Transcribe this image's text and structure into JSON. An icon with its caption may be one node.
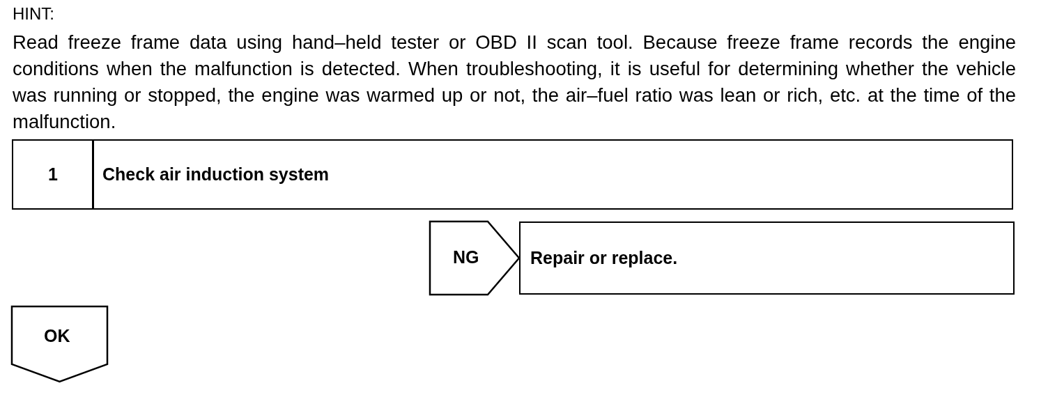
{
  "diagram": {
    "nodes": [
      {
        "text": [
          "1",
          "Check air induction system"
        ]
      },
      {
        "text": [
          "Repair or replace."
        ]
      },
      {
        "text": [
          "OK"
        ]
      }
    ],
    "edges": [
      {
        "from": 0,
        "to": 1,
        "arrow": "to",
        "label": "NG"
      }
    ],
    "labels": [
      "HINT:",
      "Read freeze frame data using hand–held tester or OBD II scan tool. Because freeze frame records the engine conditions when the malfunction is detected. When troubleshooting, it is useful for determining whether the vehicle was running or stopped, the engine was warmed up or not, the air–fuel ratio was lean or rich, etc. at the time of the malfunction."
    ]
  }
}
